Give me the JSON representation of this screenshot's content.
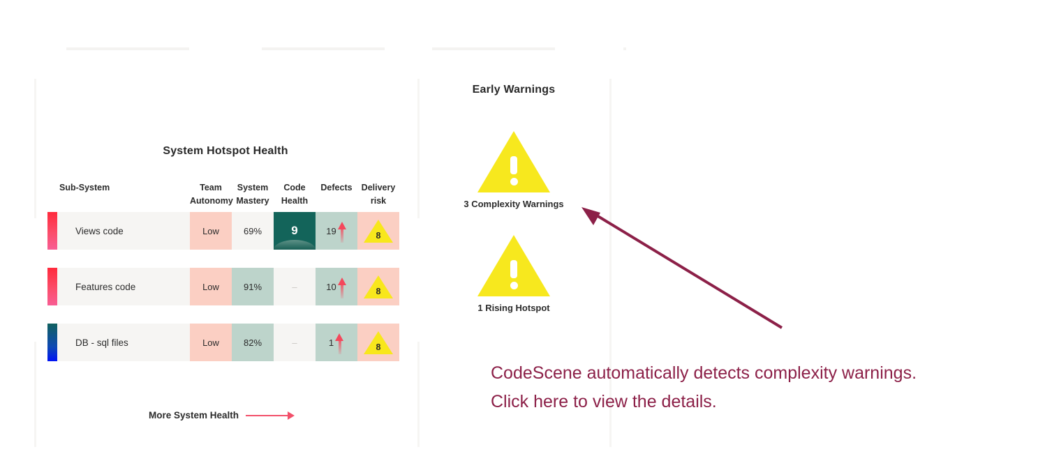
{
  "top_stubs": [
    "card-stub-1",
    "card-stub-2",
    "card-stub-3",
    "card-stub-4"
  ],
  "hotspot_panel": {
    "title": "System Hotspot Health",
    "columns": {
      "subsystem": "Sub-System",
      "metrics": [
        "Team Autonomy",
        "System Mastery",
        "Code Health",
        "Defects",
        "Delivery risk"
      ]
    },
    "rows": [
      {
        "name": "Views code",
        "accent": "hot",
        "team_autonomy": "Low",
        "system_mastery": "69%",
        "code_health": "9",
        "defects": "19",
        "delivery_risk": "8"
      },
      {
        "name": "Features code",
        "accent": "hot",
        "team_autonomy": "Low",
        "system_mastery": "91%",
        "code_health": "–",
        "defects": "10",
        "delivery_risk": "8"
      },
      {
        "name": "DB - sql files",
        "accent": "db",
        "team_autonomy": "Low",
        "system_mastery": "82%",
        "code_health": "–",
        "defects": "1",
        "delivery_risk": "8"
      }
    ],
    "more_link": "More System Health"
  },
  "early_warnings": {
    "title": "Early Warnings",
    "items": [
      {
        "label": "3 Complexity Warnings",
        "icon": "warning-triangle-icon"
      },
      {
        "label": "1 Rising Hotspot",
        "icon": "warning-triangle-icon"
      }
    ]
  },
  "annotation": {
    "line1": "CodeScene automatically detects complexity warnings.",
    "line2": "Click here to view the details.",
    "color": "#8c2048"
  },
  "colors": {
    "accent_hot_start": "#ff2a3c",
    "accent_hot_end": "#f85d94",
    "accent_db_start": "#11615f",
    "accent_db_end": "#0013f5",
    "cell_neutral": "#f6f5f3",
    "cell_pink": "#fbcfc3",
    "cell_green": "#bdd4cb",
    "cell_dark_green": "#13645a",
    "warning_yellow": "#f7e81e",
    "risk_yellow": "#f8e71c",
    "trend_red": "#f4485c",
    "link_red": "#f2506a",
    "annotation_maroon": "#8c2048"
  }
}
